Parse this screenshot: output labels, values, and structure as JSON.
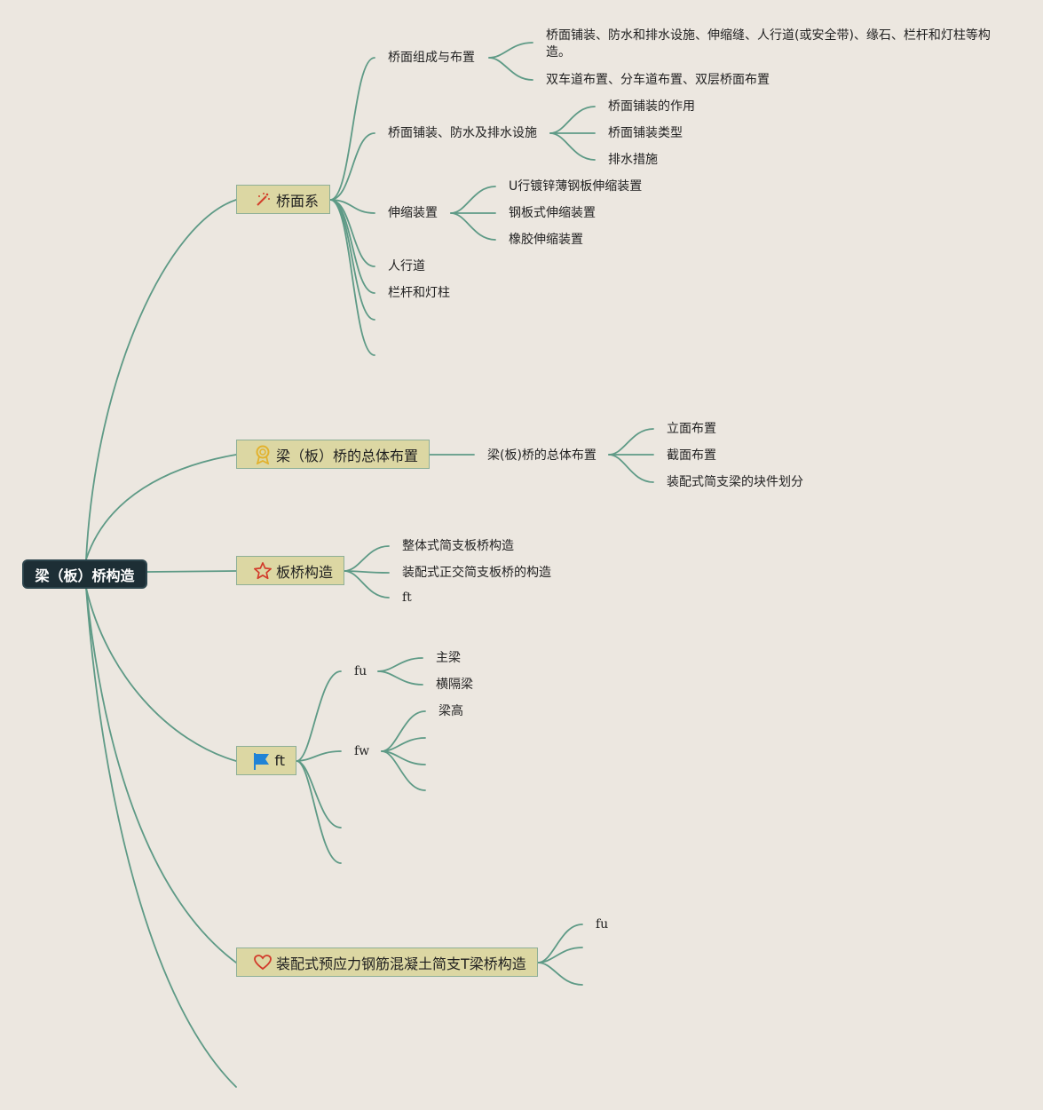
{
  "root": {
    "label": "梁（板）桥构造"
  },
  "topics": {
    "t1": {
      "label": "桥面系",
      "icon": "magic-wand-icon"
    },
    "t2": {
      "label": "梁（板）桥的总体布置",
      "icon": "award-medal-icon"
    },
    "t3": {
      "label": "板桥构造",
      "icon": "star-icon"
    },
    "t4": {
      "label": "ft",
      "icon": "flag-icon"
    },
    "t5": {
      "label": "装配式预应力钢筋混凝土简支T梁桥构造",
      "icon": "heart-icon"
    }
  },
  "t1": {
    "a": "桥面组成与布置",
    "a1": "桥面铺装、防水和排水设施、伸缩缝、人行道(或安全带)、缘石、栏杆和灯柱等构造。",
    "a2": "双车道布置、分车道布置、双层桥面布置",
    "b": "桥面铺装、防水及排水设施",
    "b1": "桥面铺装的作用",
    "b2": "桥面铺装类型",
    "b3": "排水措施",
    "c": "伸缩装置",
    "c1": "U行镀锌薄钢板伸缩装置",
    "c2": "钢板式伸缩装置",
    "c3": "橡胶伸缩装置",
    "d": "人行道",
    "e": "栏杆和灯柱"
  },
  "t2": {
    "a": "梁(板)桥的总体布置",
    "a1": "立面布置",
    "a2": "截面布置",
    "a3": "装配式简支梁的块件划分"
  },
  "t3": {
    "a": "整体式简支板桥构造",
    "b": "装配式正交简支板桥的构造",
    "c": "ft"
  },
  "t4": {
    "a": "fu",
    "a1": "主梁",
    "a2": "横隔梁",
    "b": "fw",
    "b1": "梁高"
  },
  "t5": {
    "a": "fu"
  },
  "colors": {
    "background": "#ece7e0",
    "edge": "#5e9a86",
    "topic_fill": "#dcd7a3",
    "root_fill": "#1d2e35"
  }
}
